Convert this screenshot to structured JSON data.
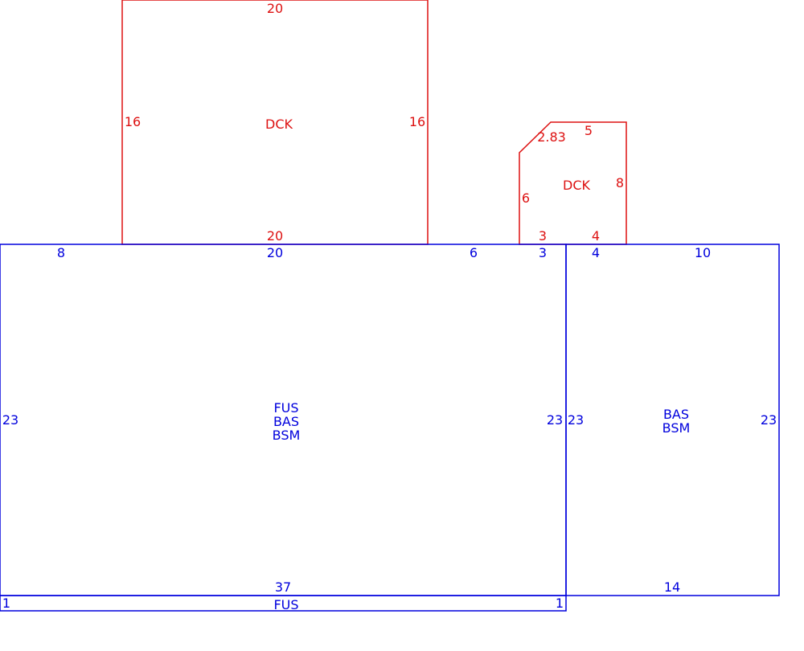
{
  "colors": {
    "deck": "#dd1111",
    "main": "#0000dd"
  },
  "deck_large": {
    "area_code": "DCK",
    "dim_top": "20",
    "dim_left": "16",
    "dim_right": "16",
    "dim_bottom": "20"
  },
  "deck_small": {
    "area_code": "DCK",
    "dim_diagonal": "2.83",
    "dim_top": "5",
    "dim_right": "8",
    "dim_left": "6",
    "dim_bottom_left": "3",
    "dim_bottom_right": "4"
  },
  "main_block": {
    "codes": [
      "FUS",
      "BAS",
      "BSM"
    ],
    "dim_top_segments": [
      "8",
      "20",
      "6",
      "3"
    ],
    "dim_left": "23",
    "dim_right": "23",
    "dim_bottom": "37"
  },
  "side_block": {
    "codes": [
      "BAS",
      "BSM"
    ],
    "dim_top_segments": [
      "4",
      "10"
    ],
    "dim_left": "23",
    "dim_right": "23",
    "dim_bottom": "14"
  },
  "strip_block": {
    "code": "FUS",
    "dim_left": "1",
    "dim_right": "1"
  }
}
